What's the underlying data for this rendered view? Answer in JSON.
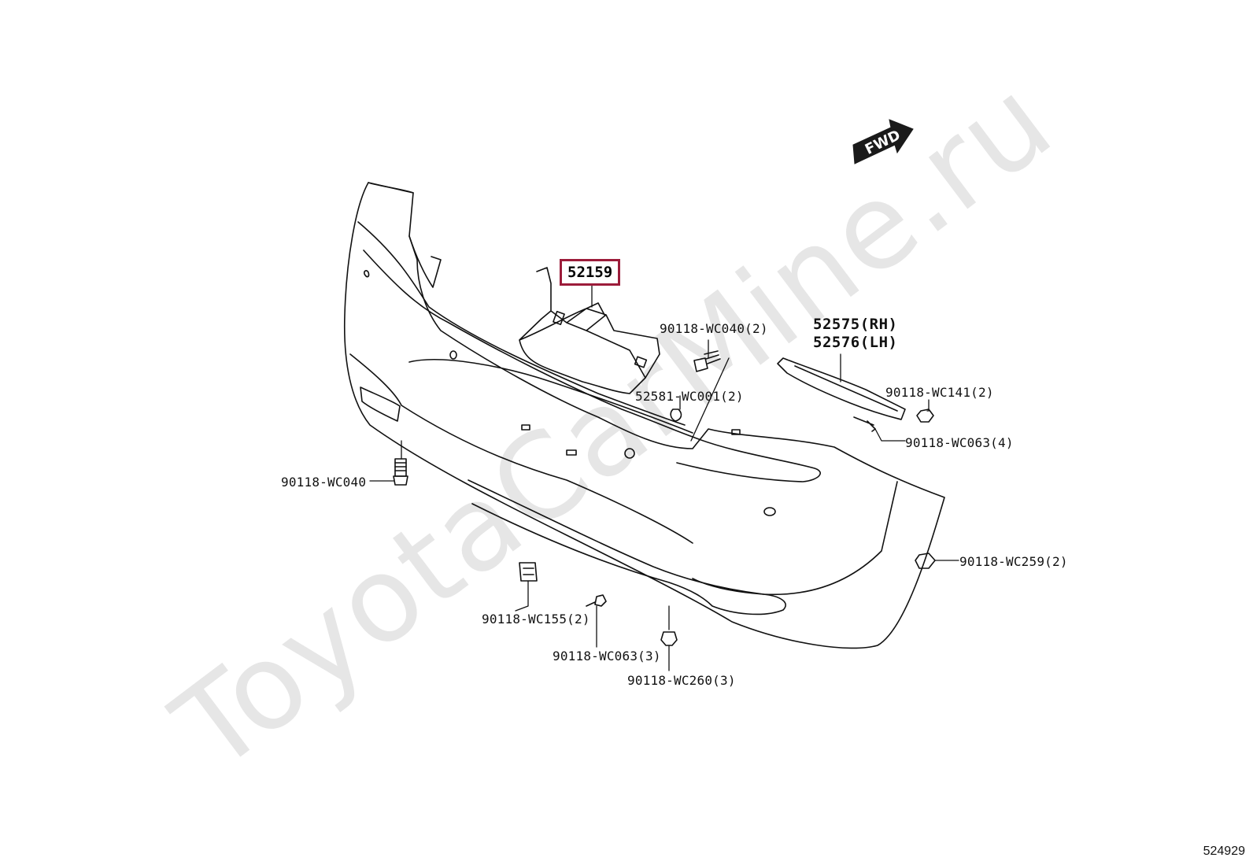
{
  "watermark": "ToyotaCarMine.ru",
  "diagram_id": "524929",
  "direction_marker": "FWD",
  "highlighted_part": "52159",
  "labels": {
    "bolt_top": "90118-WC040(2)",
    "retainer_rh": "52575(RH)",
    "retainer_lh": "52576(LH)",
    "clip_top": "52581-WC001(2)",
    "nut_right_top": "90118-WC141(2)",
    "screw_right": "90118-WC063(4)",
    "bolt_left": "90118-WC040",
    "nut_right_bottom": "90118-WC259(2)",
    "clip_bottom_left": "90118-WC155(2)",
    "screw_bottom": "90118-WC063(3)",
    "clip_bottom": "90118-WC260(3)"
  },
  "colors": {
    "highlight_border": "#9c1c3a",
    "line": "#111111",
    "watermark": "#e6e6e6"
  }
}
